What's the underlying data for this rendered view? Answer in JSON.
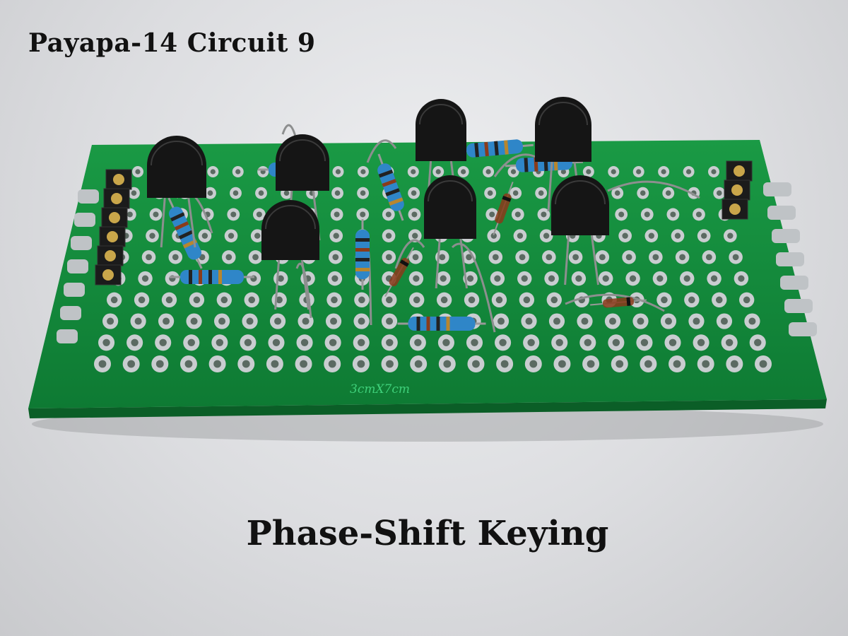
{
  "title": "Payapa-14 Circuit 9",
  "caption": "Phase-Shift Keying",
  "board": {
    "silkscreen": "3cmX7cm",
    "color": "#14863a",
    "hole_rows": 10,
    "hole_cols": 24
  },
  "colors": {
    "resistor": "#2f86c8",
    "transistor": "#151515",
    "pad": "#c9cdd0",
    "diode": "#8a3a1a"
  }
}
